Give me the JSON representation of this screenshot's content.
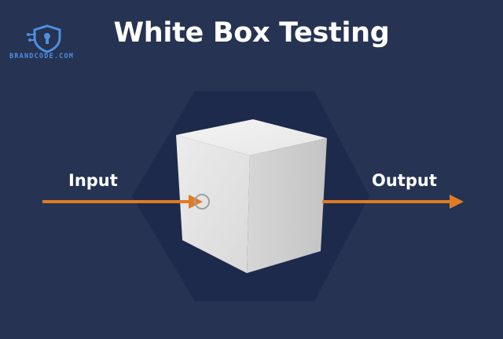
{
  "title": "White Box Testing",
  "logo": {
    "text": "BRANDCODE.COM"
  },
  "labels": {
    "input": "Input",
    "output": "Output"
  },
  "colors": {
    "background": "#263352",
    "hexagon": "#1e2a4b",
    "arrow": "#e07b24",
    "cube_front": "#e4e4e4",
    "cube_top": "#f0f0f0",
    "cube_side": "#cfcfcf",
    "logo": "#4d8fe0"
  },
  "icons": {
    "logo": "shield-keyhole-icon"
  }
}
